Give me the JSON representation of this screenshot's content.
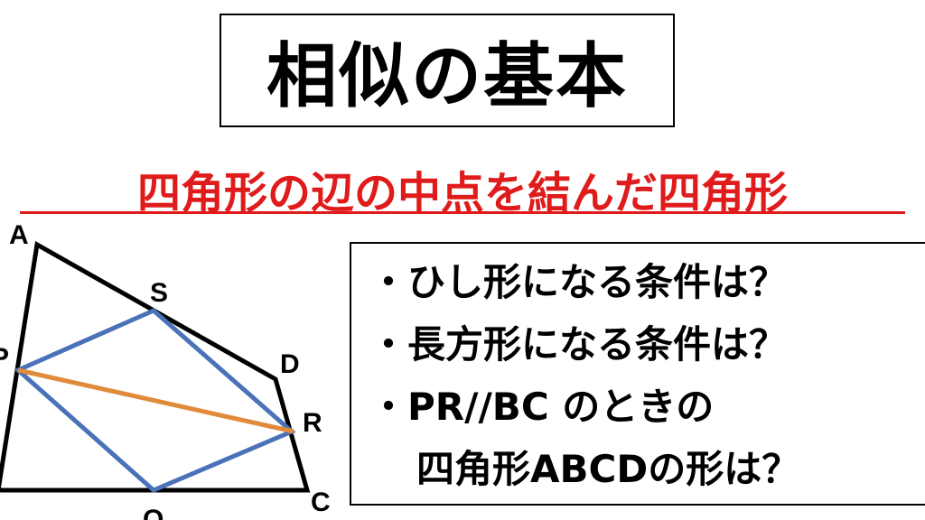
{
  "title": "相似の基本",
  "subtitle": "四角形の辺の中点を結んだ四角形",
  "questions": [
    "・ひし形になる条件は？",
    "・長方形になる条件は？",
    "・PR//BC のときの",
    "四角形ABCDの形は？"
  ],
  "diagram": {
    "labels": {
      "A": "A",
      "S": "S",
      "D": "D",
      "R": "R",
      "C": "C",
      "Q": "Q",
      "P": "P"
    },
    "colors": {
      "quadrilateral": "#000000",
      "midpoint_quad": "#4a72b8",
      "diagonal": "#e08a3c"
    }
  }
}
